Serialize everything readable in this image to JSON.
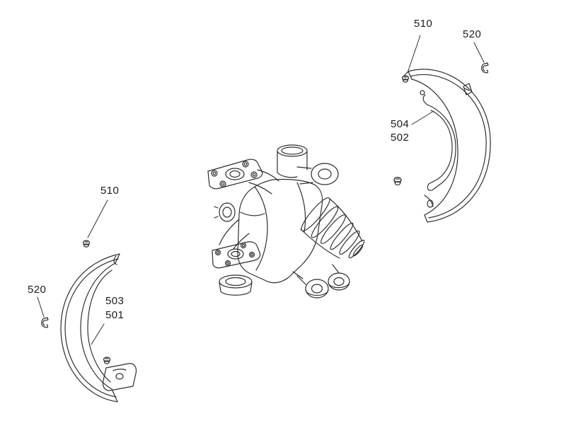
{
  "diagram": {
    "kind": "exploded-parts-diagram",
    "background": "#ffffff",
    "line_color": "#2f2f2f",
    "labels": [
      {
        "id": "label-510-right",
        "text": "510"
      },
      {
        "id": "label-520-right",
        "text": "520"
      },
      {
        "id": "label-504",
        "text": "504"
      },
      {
        "id": "label-502",
        "text": "502"
      },
      {
        "id": "label-510-left",
        "text": "510"
      },
      {
        "id": "label-520-left",
        "text": "520"
      },
      {
        "id": "label-503",
        "text": "503"
      },
      {
        "id": "label-501",
        "text": "501"
      }
    ]
  }
}
